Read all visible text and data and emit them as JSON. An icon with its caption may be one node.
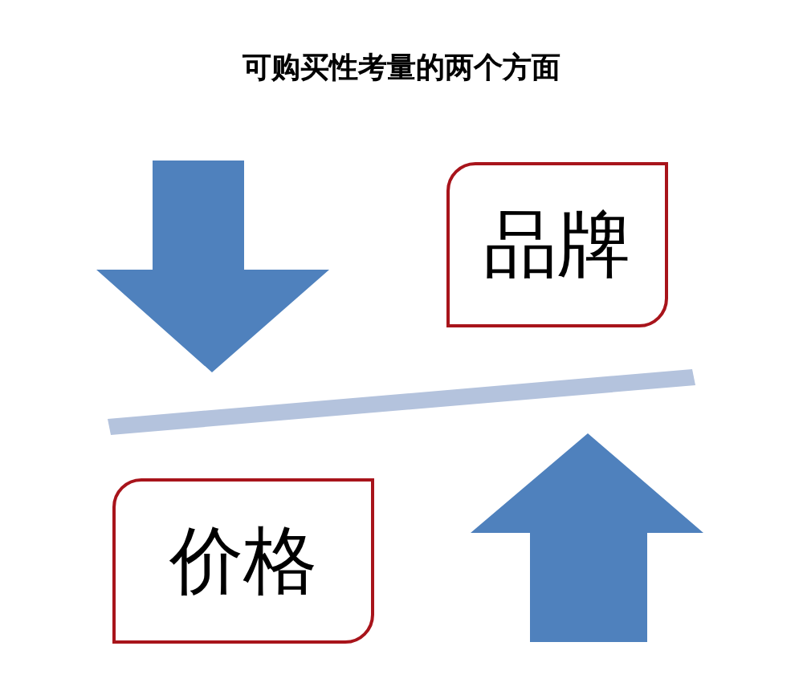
{
  "diagram": {
    "title": "可购买性考量的两个方面",
    "nodes": [
      {
        "text": [
          "品牌"
        ]
      },
      {
        "text": [
          "价格"
        ]
      }
    ]
  }
}
